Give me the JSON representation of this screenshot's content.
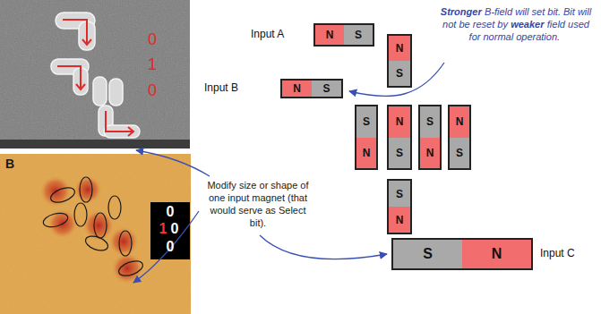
{
  "diagram": {
    "nodes": [
      {
        "text": [
          "N",
          "S"
        ]
      },
      {
        "text": [
          "N",
          "S"
        ]
      },
      {
        "text": [
          "N",
          "S"
        ]
      },
      {
        "text": [
          "S",
          "N"
        ]
      },
      {
        "text": [
          "N",
          "S"
        ]
      },
      {
        "text": [
          "S",
          "N"
        ]
      },
      {
        "text": [
          "N",
          "S"
        ]
      },
      {
        "text": [
          "S",
          "N"
        ]
      },
      {
        "text": [
          "S",
          "N"
        ]
      }
    ],
    "labels": [
      "0",
      "1",
      "0",
      "B",
      "0",
      "1",
      "0",
      "0",
      "Input A",
      "Stronger",
      "B-field will set bit. Bit will not be reset by",
      "weaker",
      "field used for normal operation.",
      "Input B",
      "Modify size or shape of one input magnet (that would serve as Select bit).",
      "Input C"
    ]
  }
}
